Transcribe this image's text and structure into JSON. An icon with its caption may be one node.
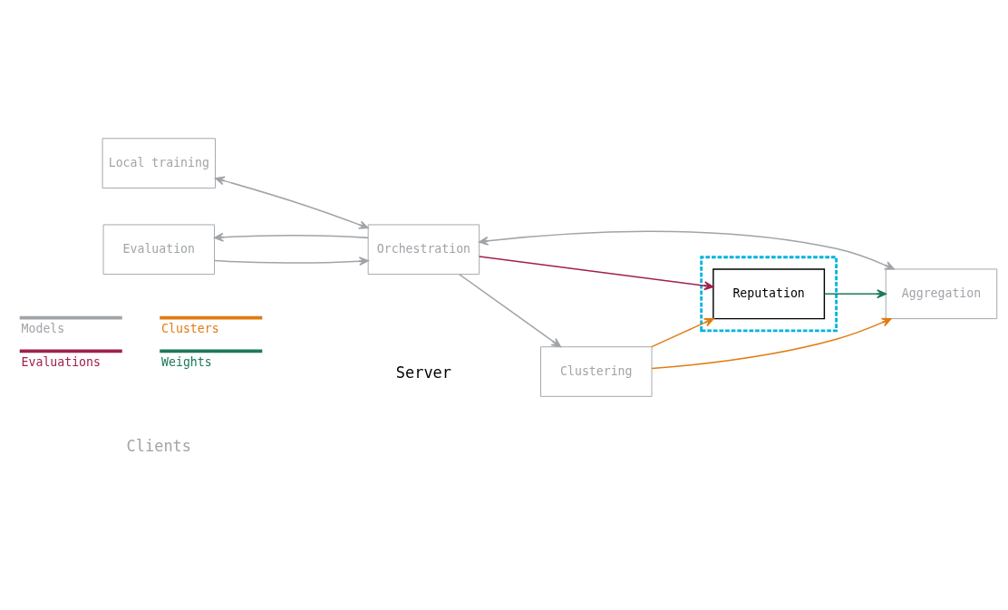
{
  "diagram": {
    "nodes": [
      {
        "text": [
          "Local training"
        ]
      },
      {
        "text": [
          "Evaluation"
        ]
      },
      {
        "text": [
          "Orchestration"
        ]
      },
      {
        "text": [
          "Clustering"
        ]
      },
      {
        "text": [],
        "shape": "box"
      },
      {
        "text": [
          "Reputation"
        ],
        "in": 4
      },
      {
        "text": [
          "Aggregation"
        ]
      }
    ],
    "edges": [
      {
        "from": 0,
        "to": 2,
        "arrow": "both"
      },
      {
        "from": 2,
        "to": 1,
        "arrow": "to"
      },
      {
        "from": 1,
        "to": 2,
        "arrow": "to"
      },
      {
        "from": 2,
        "to": 3,
        "arrow": "to"
      },
      {
        "from": 2,
        "to": 6,
        "arrow": "both"
      },
      {
        "from": 3,
        "to": 5,
        "arrow": "to",
        "color": "#e07b10"
      },
      {
        "from": 2,
        "to": 5,
        "arrow": "to",
        "color": "#a0204f"
      },
      {
        "from": 5,
        "to": 6,
        "arrow": "to",
        "color": "#1a7a5a"
      },
      {
        "from": 3,
        "to": 6,
        "arrow": "to",
        "color": "#e07b10"
      }
    ],
    "labels": [
      "Clients",
      "Server"
    ],
    "legend": [
      {
        "text": "Models",
        "color": "#a0a4a8"
      },
      {
        "text": "Clusters",
        "color": "#e07b10"
      },
      {
        "text": "Evaluations",
        "color": "#a0204f"
      },
      {
        "text": "Weights",
        "color": "#1a7a5a"
      }
    ]
  }
}
